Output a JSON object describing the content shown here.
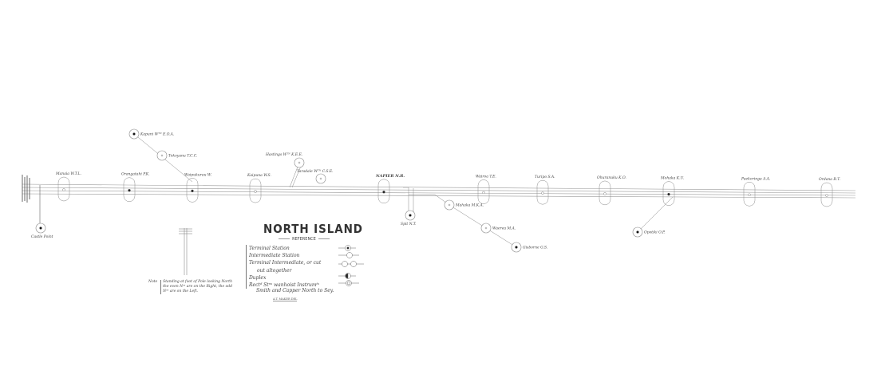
{
  "title": "NORTH ISLAND",
  "reference_heading": "REFERENCE",
  "legend": [
    {
      "label": "Terminal Station",
      "symbol": "terminal"
    },
    {
      "label": "Intermediate Station",
      "symbol": "intermediate"
    },
    {
      "label": "Terminal Intermediate, or cut",
      "symbol": "cut"
    },
    {
      "label": "out altogether",
      "symbol": ""
    },
    {
      "label": "Duplex",
      "symbol": "duplex"
    },
    {
      "label": "Rectᵈ Stⁿˢ wanhoist Instrumᵗˢ",
      "symbol": "receiving"
    }
  ],
  "maker": "Smith and Capper North to Sey.",
  "imprint": "A.T. MAKER DEL",
  "note": {
    "label": "Note",
    "text": "Standing at foot of Pole looking North the even Nᵒˢ are on the Right, the odd Nᵒˢ are on the Left."
  },
  "stations": [
    {
      "name": "Manaia W.T.L."
    },
    {
      "name": "Orangatahi P.K."
    },
    {
      "name": "Waipukurau W."
    },
    {
      "name": "Kaipuna W.S."
    },
    {
      "name": "NAPIER N.R."
    },
    {
      "name": "Wairoa T.E."
    },
    {
      "name": "Turipo S.A."
    },
    {
      "name": "Ohuranuku K.O."
    },
    {
      "name": "Mohaka K.U."
    },
    {
      "name": "Paekoringa A.A."
    },
    {
      "name": "Ordana R.T."
    }
  ],
  "branch_stations": [
    {
      "name": "Kapuni Wᵀᴺ E.O.A."
    },
    {
      "name": "Tokoyanu T.C.C."
    },
    {
      "name": "Hastings Wᵀᴺ K.E.E."
    },
    {
      "name": "Taradale Wᵀᴺ C.S.E."
    },
    {
      "name": "Spit N.T."
    },
    {
      "name": "Mahaka M.K.A."
    },
    {
      "name": "Waerea M.A."
    },
    {
      "name": "Gisborne G.S."
    },
    {
      "name": "Opotiki O.P."
    },
    {
      "name": "Castle Point"
    }
  ],
  "colors": {
    "ink": "#555555",
    "paper": "#ffffff"
  }
}
